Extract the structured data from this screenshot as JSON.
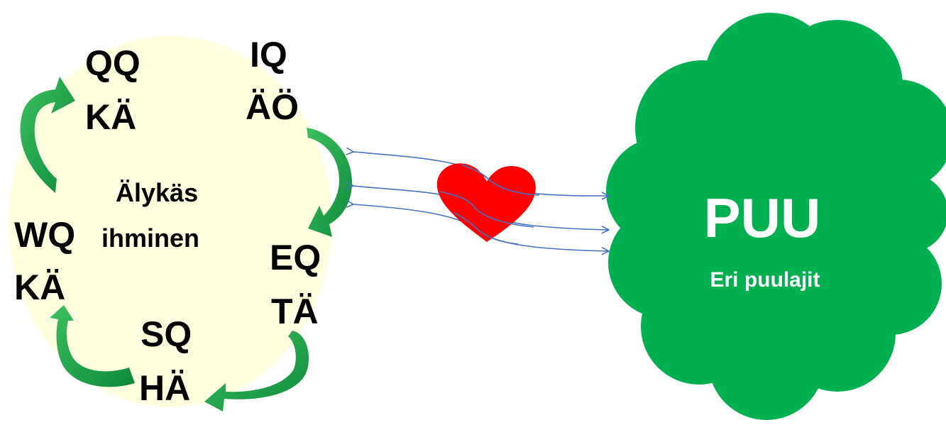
{
  "colors": {
    "circle_fill": "#ffffe0",
    "cycle_arrow": "#1aa84a",
    "cloud_fill": "#00b050",
    "heart_fill": "#ff0000",
    "connector": "#4472c4"
  },
  "circle": {
    "center_label_line1": "Älykäs",
    "center_label_line2": "ihminen",
    "items": [
      {
        "code": "QQ",
        "abbr": "KÄ"
      },
      {
        "code": "IQ",
        "abbr": "ÄÖ"
      },
      {
        "code": "EQ",
        "abbr": "TÄ"
      },
      {
        "code": "SQ",
        "abbr": "HÄ"
      },
      {
        "code": "WQ",
        "abbr": "KÄ"
      }
    ]
  },
  "heart": {
    "icon": "heart-icon"
  },
  "cloud": {
    "title": "PUU",
    "subtitle": "Eri puulajit"
  }
}
